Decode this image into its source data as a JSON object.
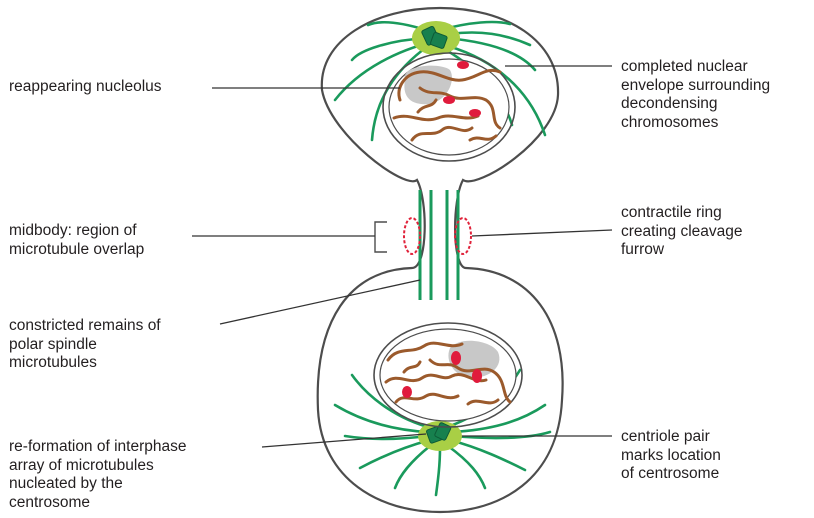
{
  "labels": {
    "reappearing_nucleolus": [
      "reappearing nucleolus"
    ],
    "completed_nuclear_envelope": [
      "completed nuclear",
      "envelope surrounding",
      "decondensing",
      "chromosomes"
    ],
    "midbody": [
      "midbody: region of",
      "microtubule overlap"
    ],
    "contractile_ring": [
      "contractile ring",
      "creating cleavage",
      "furrow"
    ],
    "constricted_remains": [
      "constricted remains of",
      "polar spindle",
      "microtubules"
    ],
    "reformation_interphase": [
      "re-formation of interphase",
      "array of microtubules",
      "nucleated by the",
      "centrosome"
    ],
    "centriole_pair": [
      "centriole pair",
      "marks location",
      "of centrosome"
    ]
  },
  "colors": {
    "outline": "#4d4d4d",
    "microtubule": "#1a9a5c",
    "centrosome_halo": "#a9cf45",
    "centriole": "#17804e",
    "chromosome": "#9b5a2c",
    "nucleolus": "#c8c8c8",
    "nucleolus_spot": "#e01b3c",
    "contractile_ring": "#e0223a",
    "leader_line": "#333333"
  }
}
